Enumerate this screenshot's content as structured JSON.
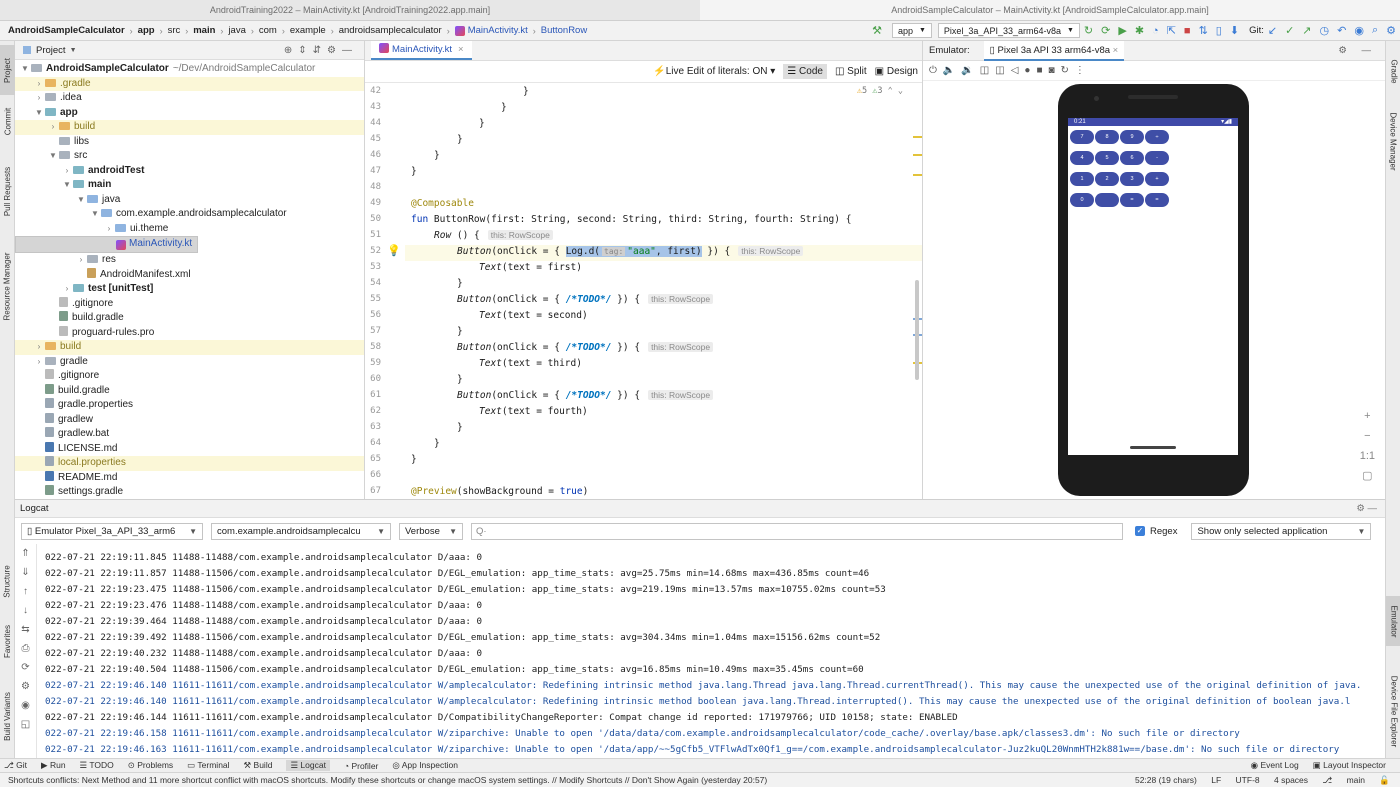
{
  "window": {
    "title_left": "AndroidTraining2022 – MainActivity.kt [AndroidTraining2022.app.main]",
    "title_right": "AndroidSampleCalculator – MainActivity.kt [AndroidSampleCalculator.app.main]"
  },
  "nav": {
    "crumbs": [
      "AndroidSampleCalculator",
      "app",
      "src",
      "main",
      "java",
      "com",
      "example",
      "androidsamplecalculator",
      "MainActivity.kt",
      "ButtonRow"
    ],
    "run_config": "app",
    "device": "Pixel_3a_API_33_arm64-v8a",
    "git_label": "Git:"
  },
  "left_tools": {
    "project": "Project",
    "commit": "Commit",
    "pull_requests": "Pull Requests",
    "resource_manager": "Resource Manager",
    "structure": "Structure",
    "favorites": "Favorites",
    "build_variants": "Build Variants"
  },
  "right_tools": {
    "gradle": "Gradle",
    "device_manager": "Device Manager",
    "emulator": "Emulator",
    "device_file_explorer": "Device File Explorer"
  },
  "project": {
    "header": "Project",
    "items": [
      {
        "label": "AndroidSampleCalculator",
        "extra": "~/Dev/AndroidSampleCalculator"
      },
      {
        "label": ".gradle"
      },
      {
        "label": ".idea"
      },
      {
        "label": "app"
      },
      {
        "label": "build"
      },
      {
        "label": "libs"
      },
      {
        "label": "src"
      },
      {
        "label": "androidTest"
      },
      {
        "label": "main"
      },
      {
        "label": "java"
      },
      {
        "label": "com.example.androidsamplecalculator"
      },
      {
        "label": "ui.theme"
      },
      {
        "label": "MainActivity.kt"
      },
      {
        "label": "res"
      },
      {
        "label": "AndroidManifest.xml"
      },
      {
        "label": "test [unitTest]"
      },
      {
        "label": ".gitignore"
      },
      {
        "label": "build.gradle"
      },
      {
        "label": "proguard-rules.pro"
      },
      {
        "label": "build"
      },
      {
        "label": "gradle"
      },
      {
        "label": ".gitignore"
      },
      {
        "label": "build.gradle"
      },
      {
        "label": "gradle.properties"
      },
      {
        "label": "gradlew"
      },
      {
        "label": "gradlew.bat"
      },
      {
        "label": "LICENSE.md"
      },
      {
        "label": "local.properties"
      },
      {
        "label": "README.md"
      },
      {
        "label": "settings.gradle"
      }
    ]
  },
  "editor": {
    "tab": "MainActivity.kt",
    "toolbar": {
      "live_edit": "Live Edit of literals: ON",
      "code": "Code",
      "split": "Split",
      "design": "Design"
    },
    "warnings": "5",
    "weak_warnings": "3",
    "line_numbers": [
      "42",
      "43",
      "44",
      "45",
      "46",
      "47",
      "48",
      "49",
      "50",
      "51",
      "52",
      "53",
      "54",
      "55",
      "56",
      "57",
      "58",
      "59",
      "60",
      "61",
      "62",
      "63",
      "64",
      "65",
      "66",
      "67"
    ],
    "code": {
      "l42": "}",
      "l43": "}",
      "l44": "}",
      "l45": "}",
      "l46": "}",
      "l47": "}",
      "l49": "@Composable",
      "l50a": "fun",
      "l50b": " ButtonRow(first: String, second: String, third: String, fourth: String) {",
      "row": "Row",
      "row_rest": " () {",
      "hint": "this: RowScope",
      "button": "Button",
      "onclick_open": "(onClick = { ",
      "log_call": "Log.d(",
      "tag_hint": "tag:",
      "log_str": "\"aaa\"",
      "log_rest": ", first)",
      "onclick_close": " }) {",
      "todo_open": "(onClick = { ",
      "todo_comment": "/*TODO*/",
      "todo_close": " }) {",
      "text": "Text",
      "text_first": "(text = first)",
      "text_second": "(text = second)",
      "text_third": "(text = third)",
      "text_fourth": "(text = fourth)",
      "brace": "}",
      "preview_a": "@Preview",
      "preview_b": "(showBackground = ",
      "preview_c": "true",
      "preview_d": ")"
    }
  },
  "emulator": {
    "header": "Emulator:",
    "tab": "Pixel 3a API 33 arm64-v8a",
    "status_time": "0:21",
    "calc_buttons": [
      "7",
      "8",
      "9",
      "÷",
      "4",
      "5",
      "6",
      "-",
      "1",
      "2",
      "3",
      "+",
      "0",
      "",
      "=",
      "="
    ]
  },
  "logcat": {
    "title": "Logcat",
    "device": "Emulator Pixel_3a_API_33_arm6",
    "package": "com.example.androidsamplecalcu",
    "level": "Verbose",
    "search_placeholder": "Q·",
    "regex": "Regex",
    "filter": "Show only selected application",
    "lines": [
      {
        "t": "022-07-21 22:19:11.845 11488-11488/com.example.androidsamplecalculator D/aaa: 0",
        "blue": false
      },
      {
        "t": "022-07-21 22:19:11.857 11488-11506/com.example.androidsamplecalculator D/EGL_emulation: app_time_stats: avg=25.75ms min=14.68ms max=436.85ms count=46",
        "blue": false
      },
      {
        "t": "022-07-21 22:19:23.475 11488-11506/com.example.androidsamplecalculator D/EGL_emulation: app_time_stats: avg=219.19ms min=13.57ms max=10755.02ms count=53",
        "blue": false
      },
      {
        "t": "022-07-21 22:19:23.476 11488-11488/com.example.androidsamplecalculator D/aaa: 0",
        "blue": false
      },
      {
        "t": "022-07-21 22:19:39.464 11488-11488/com.example.androidsamplecalculator D/aaa: 0",
        "blue": false
      },
      {
        "t": "022-07-21 22:19:39.492 11488-11506/com.example.androidsamplecalculator D/EGL_emulation: app_time_stats: avg=304.34ms min=1.04ms max=15156.62ms count=52",
        "blue": false
      },
      {
        "t": "022-07-21 22:19:40.232 11488-11488/com.example.androidsamplecalculator D/aaa: 0",
        "blue": false
      },
      {
        "t": "022-07-21 22:19:40.504 11488-11506/com.example.androidsamplecalculator D/EGL_emulation: app_time_stats: avg=16.85ms min=10.49ms max=35.45ms count=60",
        "blue": false
      },
      {
        "t": "022-07-21 22:19:46.140 11611-11611/com.example.androidsamplecalculator W/amplecalculator: Redefining intrinsic method java.lang.Thread java.lang.Thread.currentThread(). This may cause the unexpected use of the original definition of java.",
        "blue": true
      },
      {
        "t": "022-07-21 22:19:46.140 11611-11611/com.example.androidsamplecalculator W/amplecalculator: Redefining intrinsic method boolean java.lang.Thread.interrupted(). This may cause the unexpected use of the original definition of boolean java.l",
        "blue": true
      },
      {
        "t": "022-07-21 22:19:46.144 11611-11611/com.example.androidsamplecalculator D/CompatibilityChangeReporter: Compat change id reported: 171979766; UID 10158; state: ENABLED",
        "blue": false
      },
      {
        "t": "022-07-21 22:19:46.158 11611-11611/com.example.androidsamplecalculator W/ziparchive: Unable to open '/data/data/com.example.androidsamplecalculator/code_cache/.overlay/base.apk/classes3.dm': No such file or directory",
        "blue": true
      },
      {
        "t": "022-07-21 22:19:46.163 11611-11611/com.example.androidsamplecalculator W/ziparchive: Unable to open '/data/app/~~5gCfb5_VTFlwAdTx0Qf1_g==/com.example.androidsamplecalculator-Juz2kuQL20WnmHTH2k881w==/base.dm': No such file or directory",
        "blue": true
      }
    ]
  },
  "bottom_tabs": [
    "Git",
    "Run",
    "TODO",
    "Problems",
    "Terminal",
    "Build",
    "Logcat",
    "Profiler",
    "App Inspection"
  ],
  "bottom_right": [
    "Event Log",
    "Layout Inspector"
  ],
  "status": {
    "message": "Shortcuts conflicts: Next Method and 11 more shortcut conflict with macOS shortcuts. Modify these shortcuts or change macOS system settings. // Modify Shortcuts // Don't Show Again (yesterday 20:57)",
    "position": "52:28 (19 chars)",
    "line_sep": "LF",
    "encoding": "UTF-8",
    "indent": "4 spaces",
    "branch": "main"
  }
}
